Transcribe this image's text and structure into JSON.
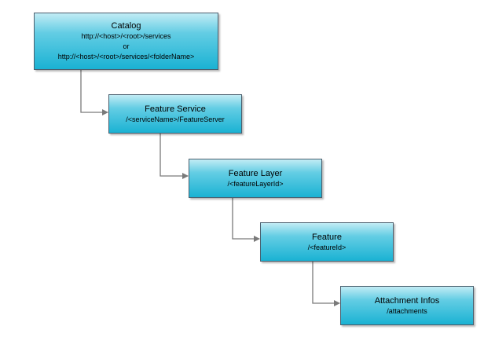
{
  "diagram": {
    "nodes": [
      {
        "title": "Catalog",
        "lines": [
          "http://<host>/<root>/services",
          "or",
          "http://<host>/<root>/services/<folderName>"
        ]
      },
      {
        "title": "Feature Service",
        "lines": [
          "/<serviceName>/FeatureServer"
        ]
      },
      {
        "title": "Feature Layer",
        "lines": [
          "/<featureLayerId>"
        ]
      },
      {
        "title": "Feature",
        "lines": [
          "/<featureId>"
        ]
      },
      {
        "title": "Attachment Infos",
        "lines": [
          "/attachments"
        ]
      }
    ],
    "edges": [
      {
        "from": "Catalog",
        "to": "Feature Service"
      },
      {
        "from": "Feature Service",
        "to": "Feature Layer"
      },
      {
        "from": "Feature Layer",
        "to": "Feature"
      },
      {
        "from": "Feature",
        "to": "Attachment Infos"
      }
    ],
    "colors": {
      "box_fill_top": "#c2ecf5",
      "box_fill_bottom": "#1ab2d3",
      "box_border": "#4a5f6e",
      "connector": "#7a7a7a"
    }
  }
}
